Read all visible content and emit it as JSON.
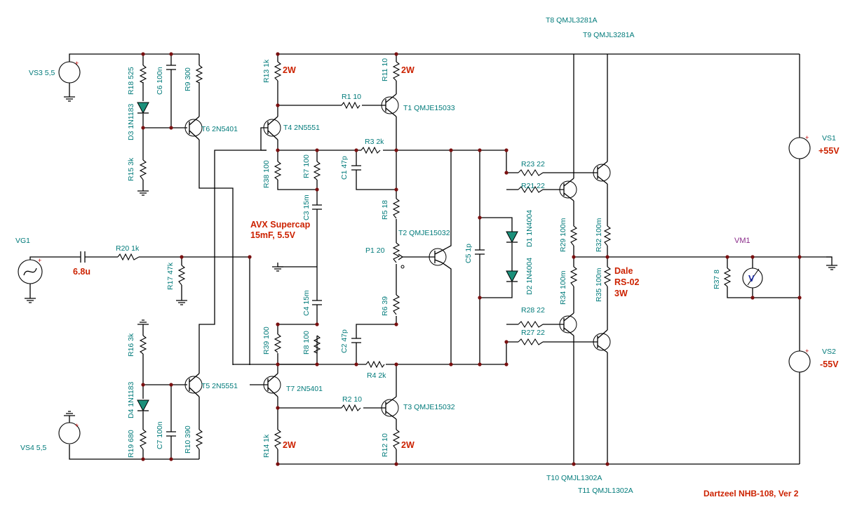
{
  "sources": {
    "vs3": "VS3 5,5",
    "vs4": "VS4 5,5",
    "vs1": "VS1",
    "vs1_value": "+55V",
    "vs2": "VS2",
    "vs2_value": "-55V",
    "vg1": "VG1",
    "vm1": "VM1",
    "meter_symbol": "V"
  },
  "resistors": {
    "r18": "R18 525",
    "r9": "R9 300",
    "r15": "R15 3k",
    "r16": "R16 3k",
    "r19": "R19 680",
    "r10": "R10 390",
    "r13": "R13 1k",
    "r11": "R11 10",
    "r1": "R1 10",
    "r3": "R3 2k",
    "r38": "R38 100",
    "r7": "R7 100",
    "r5": "R5 18",
    "p1": "P1 20",
    "r6": "R6 39",
    "r39": "R39 100",
    "r8": "R8 100",
    "r4": "R4 2k",
    "r2": "R2 10",
    "r14": "R14 1k",
    "r12": "R12 10",
    "r20": "R20 1k",
    "r17": "R17 47k",
    "r23": "R23 22",
    "r21": "R21 22",
    "r29": "R29 100m",
    "r32": "R32 100m",
    "r34": "R34 100m",
    "r35": "R35 100m",
    "r28": "R28 22",
    "r27": "R27 22",
    "r37": "R37 8"
  },
  "capacitors": {
    "c6": "C6 100n",
    "c7": "C7 100n",
    "c3": "C3 15m",
    "c4": "C4 15m",
    "c1": "C1 47p",
    "c2": "C2 47p",
    "c5": "C5 1p",
    "c_in": "6.8u"
  },
  "diodes": {
    "d3": "D3 1N1183",
    "d4": "D4 1N1183",
    "d1": "D1 1N4004",
    "d2": "D2 1N4004"
  },
  "transistors": {
    "t6": "T6 2N5401",
    "t5": "T5 2N5551",
    "t4": "T4 2N5551",
    "t7": "T7 2N5401",
    "t1": "T1 QMJE15033",
    "t2": "T2 QMJE15032",
    "t3": "T3 QMJE15032",
    "t8": "T8 QMJL3281A",
    "t9": "T9 QMJL3281A",
    "t10": "T10 QMJL1302A",
    "t11": "T11 QMJL1302A"
  },
  "notes": {
    "w2_a": "2W",
    "w2_b": "2W",
    "w2_c": "2W",
    "w2_d": "2W",
    "supercap_1": "AVX Supercap",
    "supercap_2": "15mF, 5.5V",
    "dale_1": "Dale",
    "dale_2": "RS-02",
    "dale_3": "3W",
    "title": "Dartzeel NHB-108, Ver 2"
  },
  "colors": {
    "label": "#007a7a",
    "accent": "#cc2200",
    "meter": "#8a2b8a",
    "diode": "#1b8f7a",
    "wire": "#000000"
  }
}
